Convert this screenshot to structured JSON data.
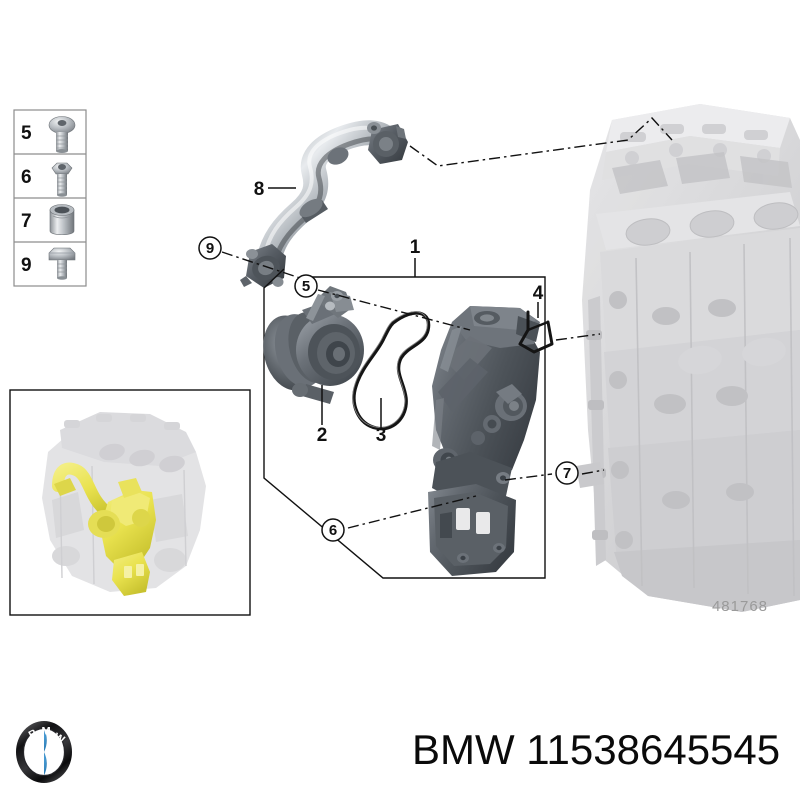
{
  "diagram": {
    "title": "BMW water pump and support bracket exploded parts diagram",
    "diagram_id": "481768",
    "background_color": "#ffffff"
  },
  "legend": {
    "name": "fastener-legend",
    "rows": [
      {
        "number": "5",
        "part_icon": "pan-head-torx-bolt-icon"
      },
      {
        "number": "6",
        "part_icon": "flange-torx-bolt-icon"
      },
      {
        "number": "7",
        "part_icon": "bushing-sleeve-icon"
      },
      {
        "number": "9",
        "part_icon": "hex-head-bolt-icon"
      }
    ]
  },
  "inset": {
    "name": "engine-location-inset",
    "caption": "",
    "highlight_color": "#e8e14a",
    "engine_color": "#d8d8da"
  },
  "callouts": [
    {
      "id": "1",
      "style": "plain",
      "label": "1",
      "target": "assembly-group-bracket"
    },
    {
      "id": "2",
      "style": "plain",
      "label": "2",
      "target": "water-pump"
    },
    {
      "id": "3",
      "style": "plain",
      "label": "3",
      "target": "gasket-o-ring"
    },
    {
      "id": "4",
      "style": "plain",
      "label": "4",
      "target": "wire-retaining-clip"
    },
    {
      "id": "5",
      "style": "circled",
      "label": "5",
      "target": "pan-head-torx-bolt"
    },
    {
      "id": "6",
      "style": "circled",
      "label": "6",
      "target": "flange-torx-bolt"
    },
    {
      "id": "7",
      "style": "circled",
      "label": "7",
      "target": "bushing-sleeve"
    },
    {
      "id": "8",
      "style": "plain",
      "label": "8",
      "target": "coolant-pipe"
    },
    {
      "id": "9",
      "style": "circled",
      "label": "9",
      "target": "hex-head-bolt"
    }
  ],
  "parts": {
    "coolant_pipe": {
      "name": "coolant-pipe",
      "number": "8",
      "color": "#6e7379"
    },
    "water_pump": {
      "name": "water-pump",
      "number": "2",
      "color": "#5e6166"
    },
    "gasket": {
      "name": "gasket-o-ring",
      "number": "3",
      "color": "#1b1b1b"
    },
    "clip": {
      "name": "wire-retaining-clip",
      "number": "4",
      "color": "#1b1b1b"
    },
    "bracket_housing": {
      "name": "support-bracket-housing",
      "color": "#5b6066"
    },
    "engine_block": {
      "name": "engine-block",
      "color": "#d9d9db"
    }
  },
  "footer": {
    "brand": "BMW",
    "part_number": "11538645545",
    "text": "BMW 11538645545",
    "logo": "bmw-roundel-logo",
    "logo_colors": {
      "blue": "#2e82bf",
      "white": "#ffffff",
      "black": "#0c0c0c"
    }
  }
}
